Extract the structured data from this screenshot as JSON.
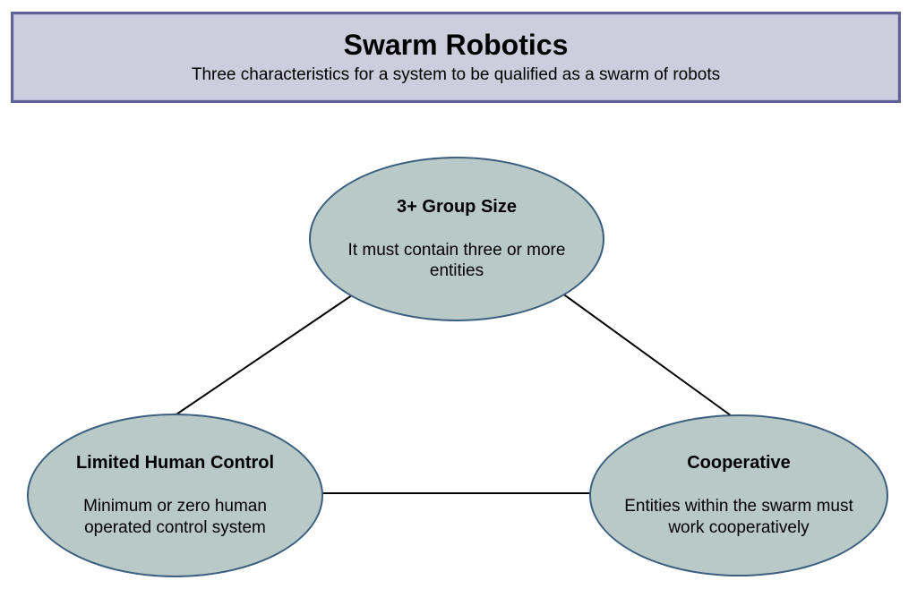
{
  "header": {
    "title": "Swarm Robotics",
    "subtitle": "Three characteristics for a system to be qualified as a swarm of robots",
    "background_color": "#CDCDDD",
    "border_color": "#61619A"
  },
  "diagram": {
    "node_fill_color": "#B9C9C8",
    "node_border_color": "#3C5F7F",
    "connector_color": "#000000",
    "nodes": [
      {
        "id": "group-size",
        "title": "3+ Group Size",
        "description": "It must contain three or more\nentities"
      },
      {
        "id": "limited-human-control",
        "title": "Limited Human Control",
        "description": "Minimum or zero human\noperated control system"
      },
      {
        "id": "cooperative",
        "title": "Cooperative",
        "description": "Entities within the swarm must\nwork cooperatively"
      }
    ]
  }
}
